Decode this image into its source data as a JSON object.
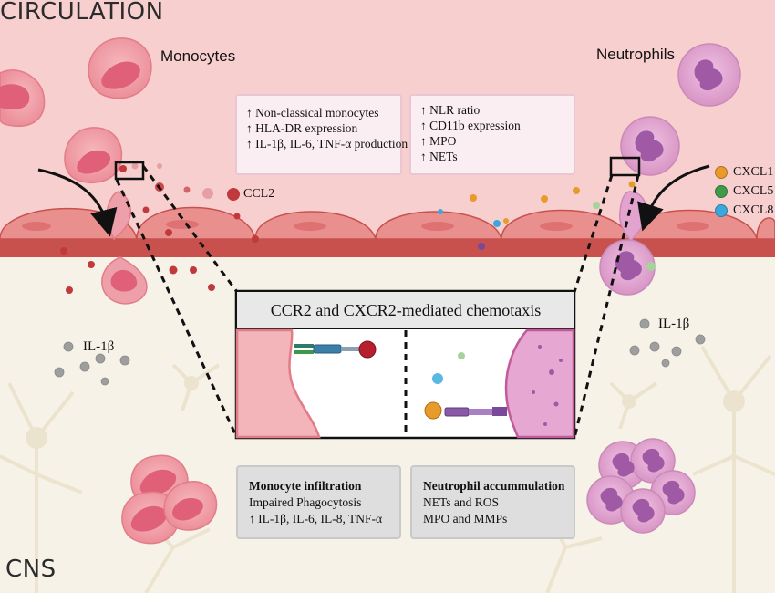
{
  "labels": {
    "circulation": "CIRCULATION",
    "cns": "CNS",
    "monocytes": "Monocytes",
    "neutrophils": "Neutrophils",
    "ccl2": "CCL2",
    "il1b_left": "IL-1β",
    "il1b_right": "IL-1β"
  },
  "legend": [
    {
      "label": "CXCL1",
      "color": "#e89a2a"
    },
    {
      "label": "CXCL5",
      "color": "#3f9a4a"
    },
    {
      "label": "CXCL8",
      "color": "#3aa8dc"
    }
  ],
  "monocyte_box": {
    "lines": [
      "↑ Non-classical monocytes",
      "↑ HLA-DR expression",
      "↑ IL-1β, IL-6, TNF-α production"
    ]
  },
  "neutrophil_box": {
    "lines": [
      "↑ NLR ratio",
      "↑ CD11b  expression",
      "↑ MPO",
      "↑ NETs"
    ]
  },
  "zoom": {
    "title": "CCR2 and CXCR2-mediated chemotaxis"
  },
  "infiltration_box": {
    "title": "Monocyte infiltration",
    "lines": [
      "Impaired Phagocytosis",
      "↑ IL-1β, IL-6, IL-8, TNF-α"
    ]
  },
  "accumulation_box": {
    "title": "Neutrophil accummulation",
    "lines": [
      "NETs and ROS",
      "MPO and MMPs"
    ]
  },
  "colors": {
    "circulation_bg": "#f8cfcf",
    "cns_bg": "#f6f2e7",
    "endothelium": "#e9908f",
    "membrane": "#c8514e",
    "monocyte": "#f1a2ab",
    "monocyte_nucleus": "#e0607a",
    "neutrophil": "#e6a7d3",
    "neutrophil_nucleus": "#a05aa5",
    "ccl2": "#c0393c",
    "il1b": "#9e9e9e"
  }
}
